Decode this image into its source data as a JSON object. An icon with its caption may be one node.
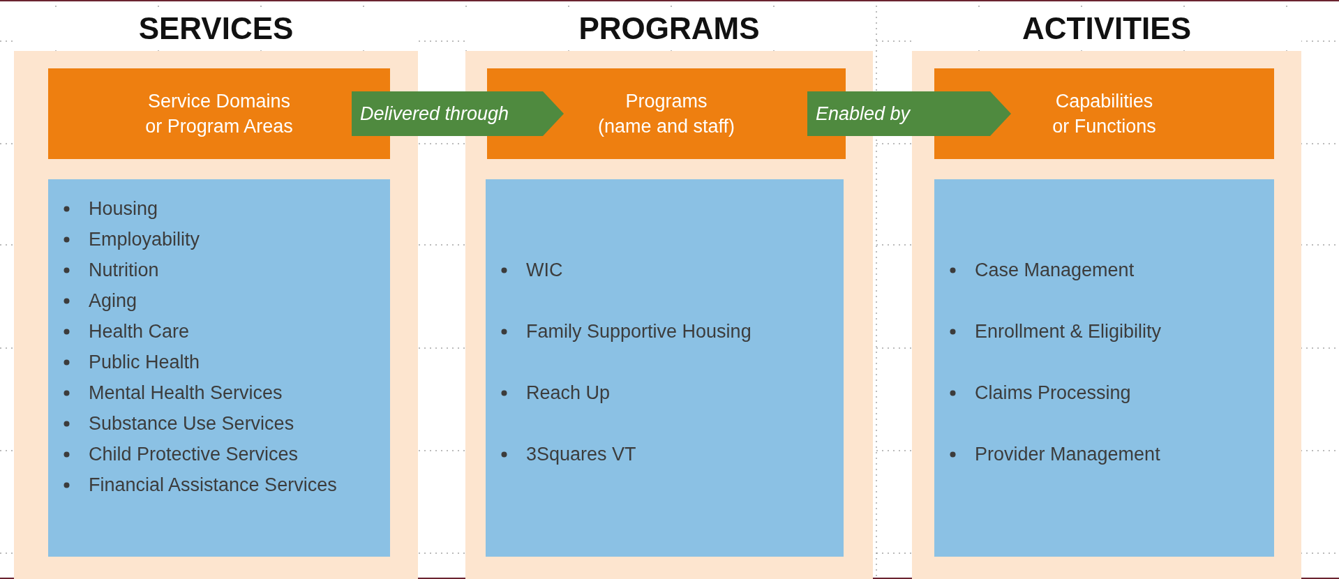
{
  "diagram": {
    "nodes": [
      {
        "text": [
          "SERVICES"
        ]
      },
      {
        "text": [
          "Service Domains or Program Areas"
        ],
        "in": 0
      },
      {
        "text": [
          "Housing",
          "Employability",
          "Nutrition",
          "Aging",
          "Health Care",
          "Public Health",
          "Mental Health Services",
          "Substance Use Services",
          "Child Protective Services",
          "Financial Assistance Services"
        ],
        "in": 0
      },
      {
        "text": [
          "PROGRAMS"
        ]
      },
      {
        "text": [
          "Programs (name and staff)"
        ],
        "in": 3
      },
      {
        "text": [
          "WIC",
          "Family Supportive Housing",
          "Reach Up",
          "3Squares VT"
        ],
        "in": 3
      },
      {
        "text": [
          "ACTIVITIES"
        ]
      },
      {
        "text": [
          "Capabilities or Functions"
        ],
        "in": 6
      },
      {
        "text": [
          "Case Management",
          "Enrollment & Eligibility",
          "Claims Processing",
          "Provider Management"
        ],
        "in": 6
      }
    ],
    "edges": [
      {
        "from": 1,
        "to": 4,
        "arrow": "to",
        "label": "Delivered through"
      },
      {
        "from": 4,
        "to": 7,
        "arrow": "to",
        "label": "Enabled by"
      }
    ]
  }
}
